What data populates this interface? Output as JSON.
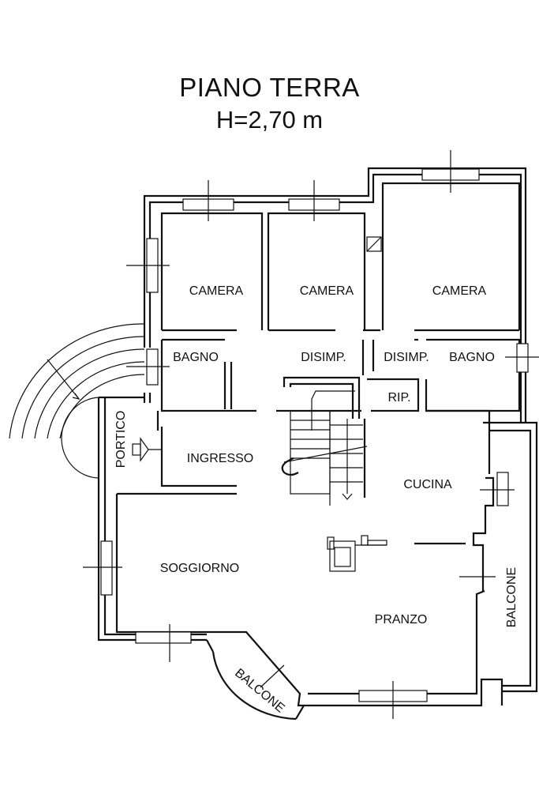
{
  "title": "PIANO TERRA",
  "height_label": "H=2,70 m",
  "rooms": {
    "camera_1": "CAMERA",
    "camera_2": "CAMERA",
    "camera_3": "CAMERA",
    "bagno_1": "BAGNO",
    "disimp_1": "DISIMP.",
    "disimp_2": "DISIMP.",
    "bagno_2": "BAGNO",
    "rip": "RIP.",
    "portico": "PORTICO",
    "ingresso": "INGRESSO",
    "cucina": "CUCINA",
    "soggiorno": "SOGGIORNO",
    "pranzo": "PRANZO",
    "balcone_1": "BALCONE",
    "balcone_2": "BALCONE"
  }
}
